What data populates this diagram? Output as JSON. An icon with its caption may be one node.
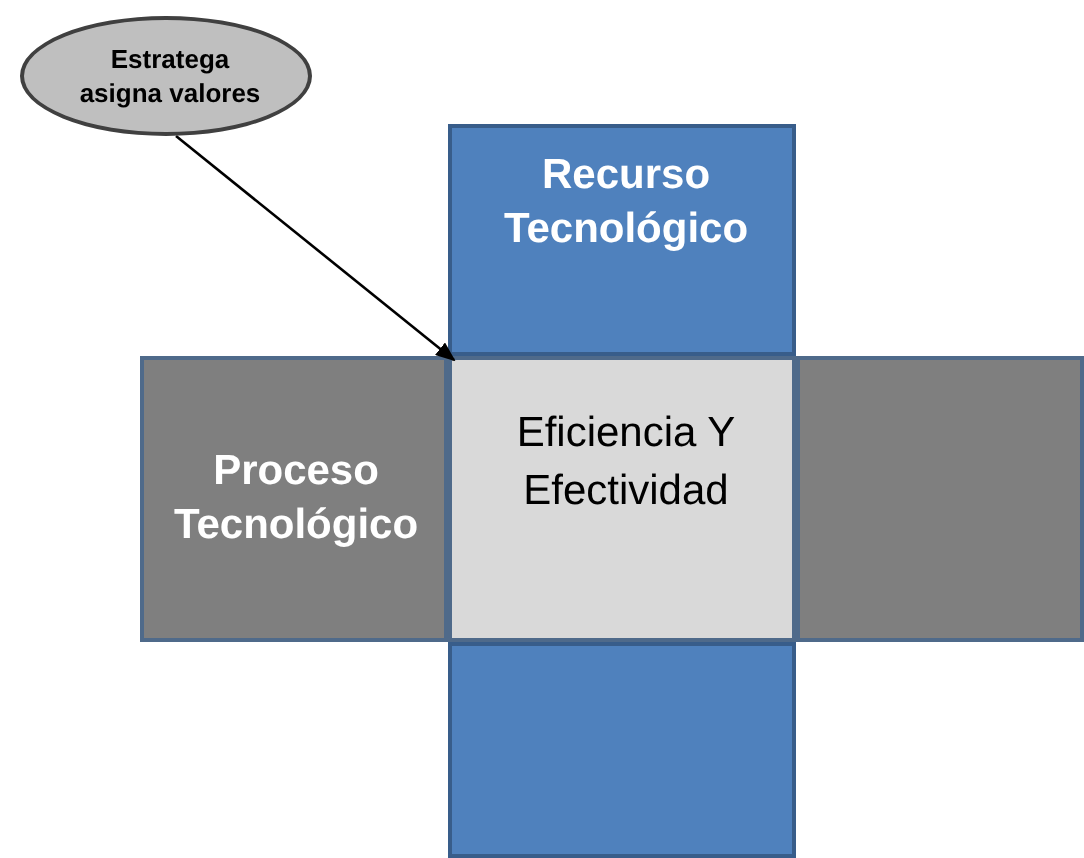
{
  "diagram": {
    "nodes": [
      {
        "text": [
          "Estratega asigna valores"
        ]
      },
      {
        "text": [
          "Recurso Tecnológico"
        ]
      },
      {
        "text": [
          "Proceso Tecnológico"
        ]
      },
      {
        "text": [
          "Eficiencia Y Efectividad"
        ]
      },
      {
        "text": [],
        "shape": "box"
      },
      {
        "text": [],
        "shape": "box"
      }
    ],
    "edges": [
      {
        "from": 0,
        "to": 3,
        "arrow": "to"
      }
    ]
  }
}
